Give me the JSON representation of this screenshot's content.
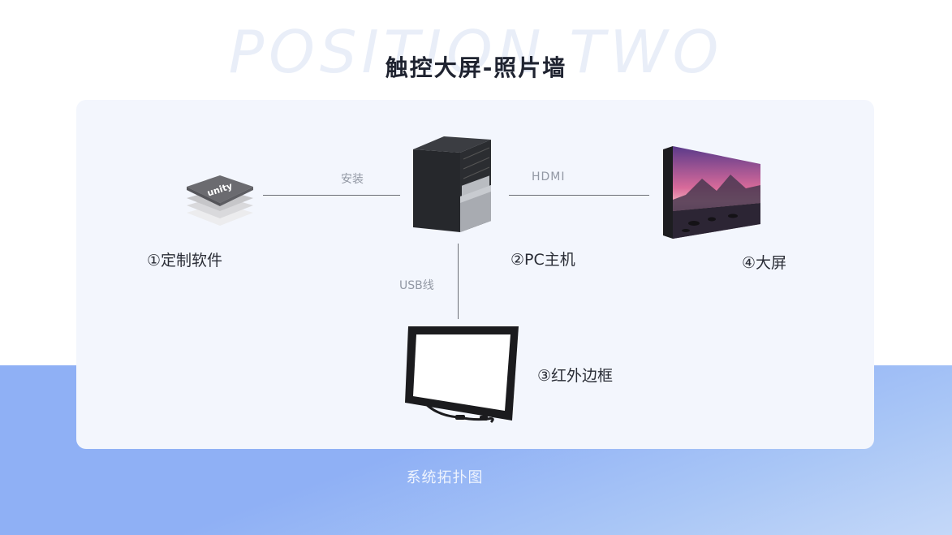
{
  "header": {
    "watermark": "POSITION TWO",
    "title": "触控大屏-照片墙"
  },
  "diagram": {
    "nodes": [
      {
        "id": "software",
        "label": "①定制软件",
        "icon": "unity-logo-icon",
        "logo_text": "unity"
      },
      {
        "id": "pc",
        "label": "②PC主机",
        "icon": "pc-tower-icon"
      },
      {
        "id": "frame",
        "label": "③红外边框",
        "icon": "infrared-frame-icon"
      },
      {
        "id": "screen",
        "label": "④大屏",
        "icon": "large-screen-icon"
      }
    ],
    "edges": [
      {
        "from": "software",
        "to": "pc",
        "label": "安装"
      },
      {
        "from": "pc",
        "to": "screen",
        "label": "HDMI"
      },
      {
        "from": "pc",
        "to": "frame",
        "label": "USB线"
      }
    ]
  },
  "footer": {
    "caption": "系统拓扑图"
  },
  "colors": {
    "panel": "#f3f6fd",
    "band": "#8fb0f5",
    "title": "#1f2330"
  }
}
